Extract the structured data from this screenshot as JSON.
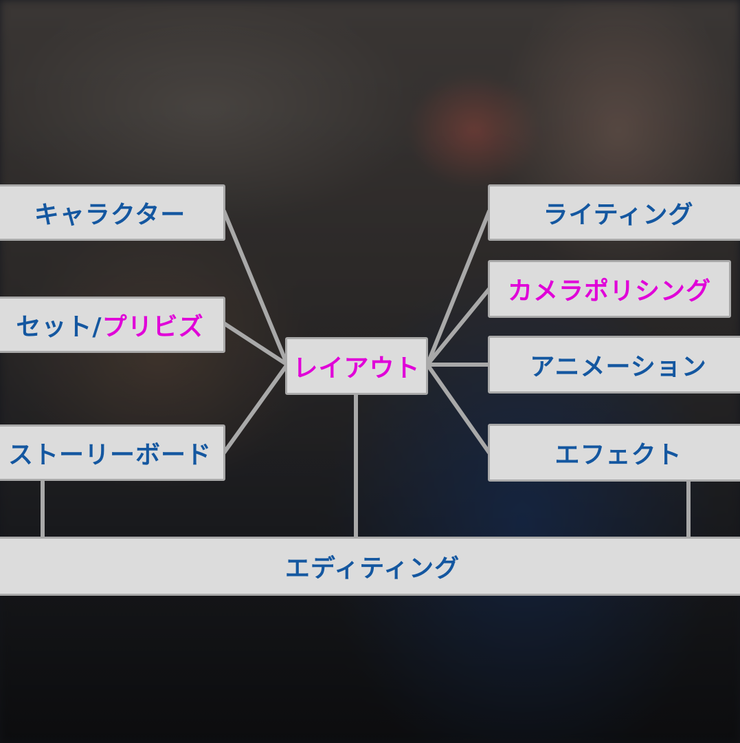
{
  "diagram": {
    "center": {
      "label": "レイアウト",
      "color": "#e000d8"
    },
    "left_nodes": [
      {
        "id": "character",
        "parts": [
          {
            "text": "キャラクター",
            "color": "#1457a0"
          }
        ]
      },
      {
        "id": "set-previs",
        "parts": [
          {
            "text": "セット/",
            "color": "#1457a0"
          },
          {
            "text": "プリビズ",
            "color": "#e000d8"
          }
        ]
      },
      {
        "id": "storyboard",
        "parts": [
          {
            "text": "ストーリーボード",
            "color": "#1457a0"
          }
        ]
      }
    ],
    "right_nodes": [
      {
        "id": "lighting",
        "parts": [
          {
            "text": "ライティング",
            "color": "#1457a0"
          }
        ]
      },
      {
        "id": "camera-polishing",
        "parts": [
          {
            "text": "カメラポリシング",
            "color": "#e000d8"
          }
        ]
      },
      {
        "id": "animation",
        "parts": [
          {
            "text": "アニメーション",
            "color": "#1457a0"
          }
        ]
      },
      {
        "id": "effects",
        "parts": [
          {
            "text": "エフェクト",
            "color": "#1457a0"
          }
        ]
      }
    ],
    "bottom": {
      "label": "エディティング",
      "color": "#1457a0"
    }
  },
  "colors": {
    "node_fill": "#dcdcdc",
    "node_border": "#a9a9a9",
    "connector": "#a9a9a9",
    "text_blue": "#1457a0",
    "text_magenta": "#e000d8"
  }
}
